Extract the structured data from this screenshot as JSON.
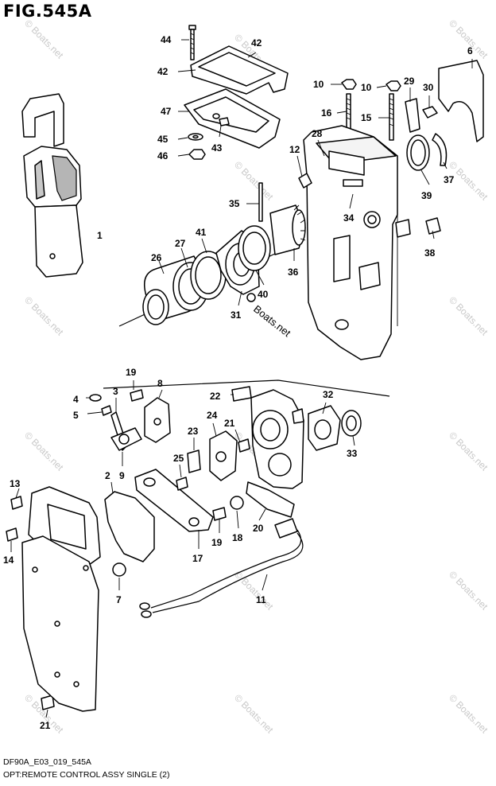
{
  "figure_title": "FIG.545A",
  "footer": {
    "code": "DF90A_E03_019_545A",
    "description": "OPT:REMOTE CONTROL ASSY SINGLE (2)"
  },
  "watermark": "© Boats.net",
  "inline_watermark": "Boats.net",
  "callouts": [
    "44",
    "42",
    "42",
    "47",
    "45",
    "43",
    "46",
    "10",
    "10",
    "16",
    "15",
    "29",
    "30",
    "6",
    "28",
    "12",
    "37",
    "39",
    "35",
    "34",
    "38",
    "27",
    "41",
    "26",
    "40",
    "36",
    "31",
    "19",
    "8",
    "4",
    "3",
    "5",
    "22",
    "32",
    "24",
    "21",
    "23",
    "9",
    "33",
    "2",
    "25",
    "13",
    "14",
    "20",
    "19",
    "18",
    "17",
    "7",
    "11",
    "21"
  ]
}
